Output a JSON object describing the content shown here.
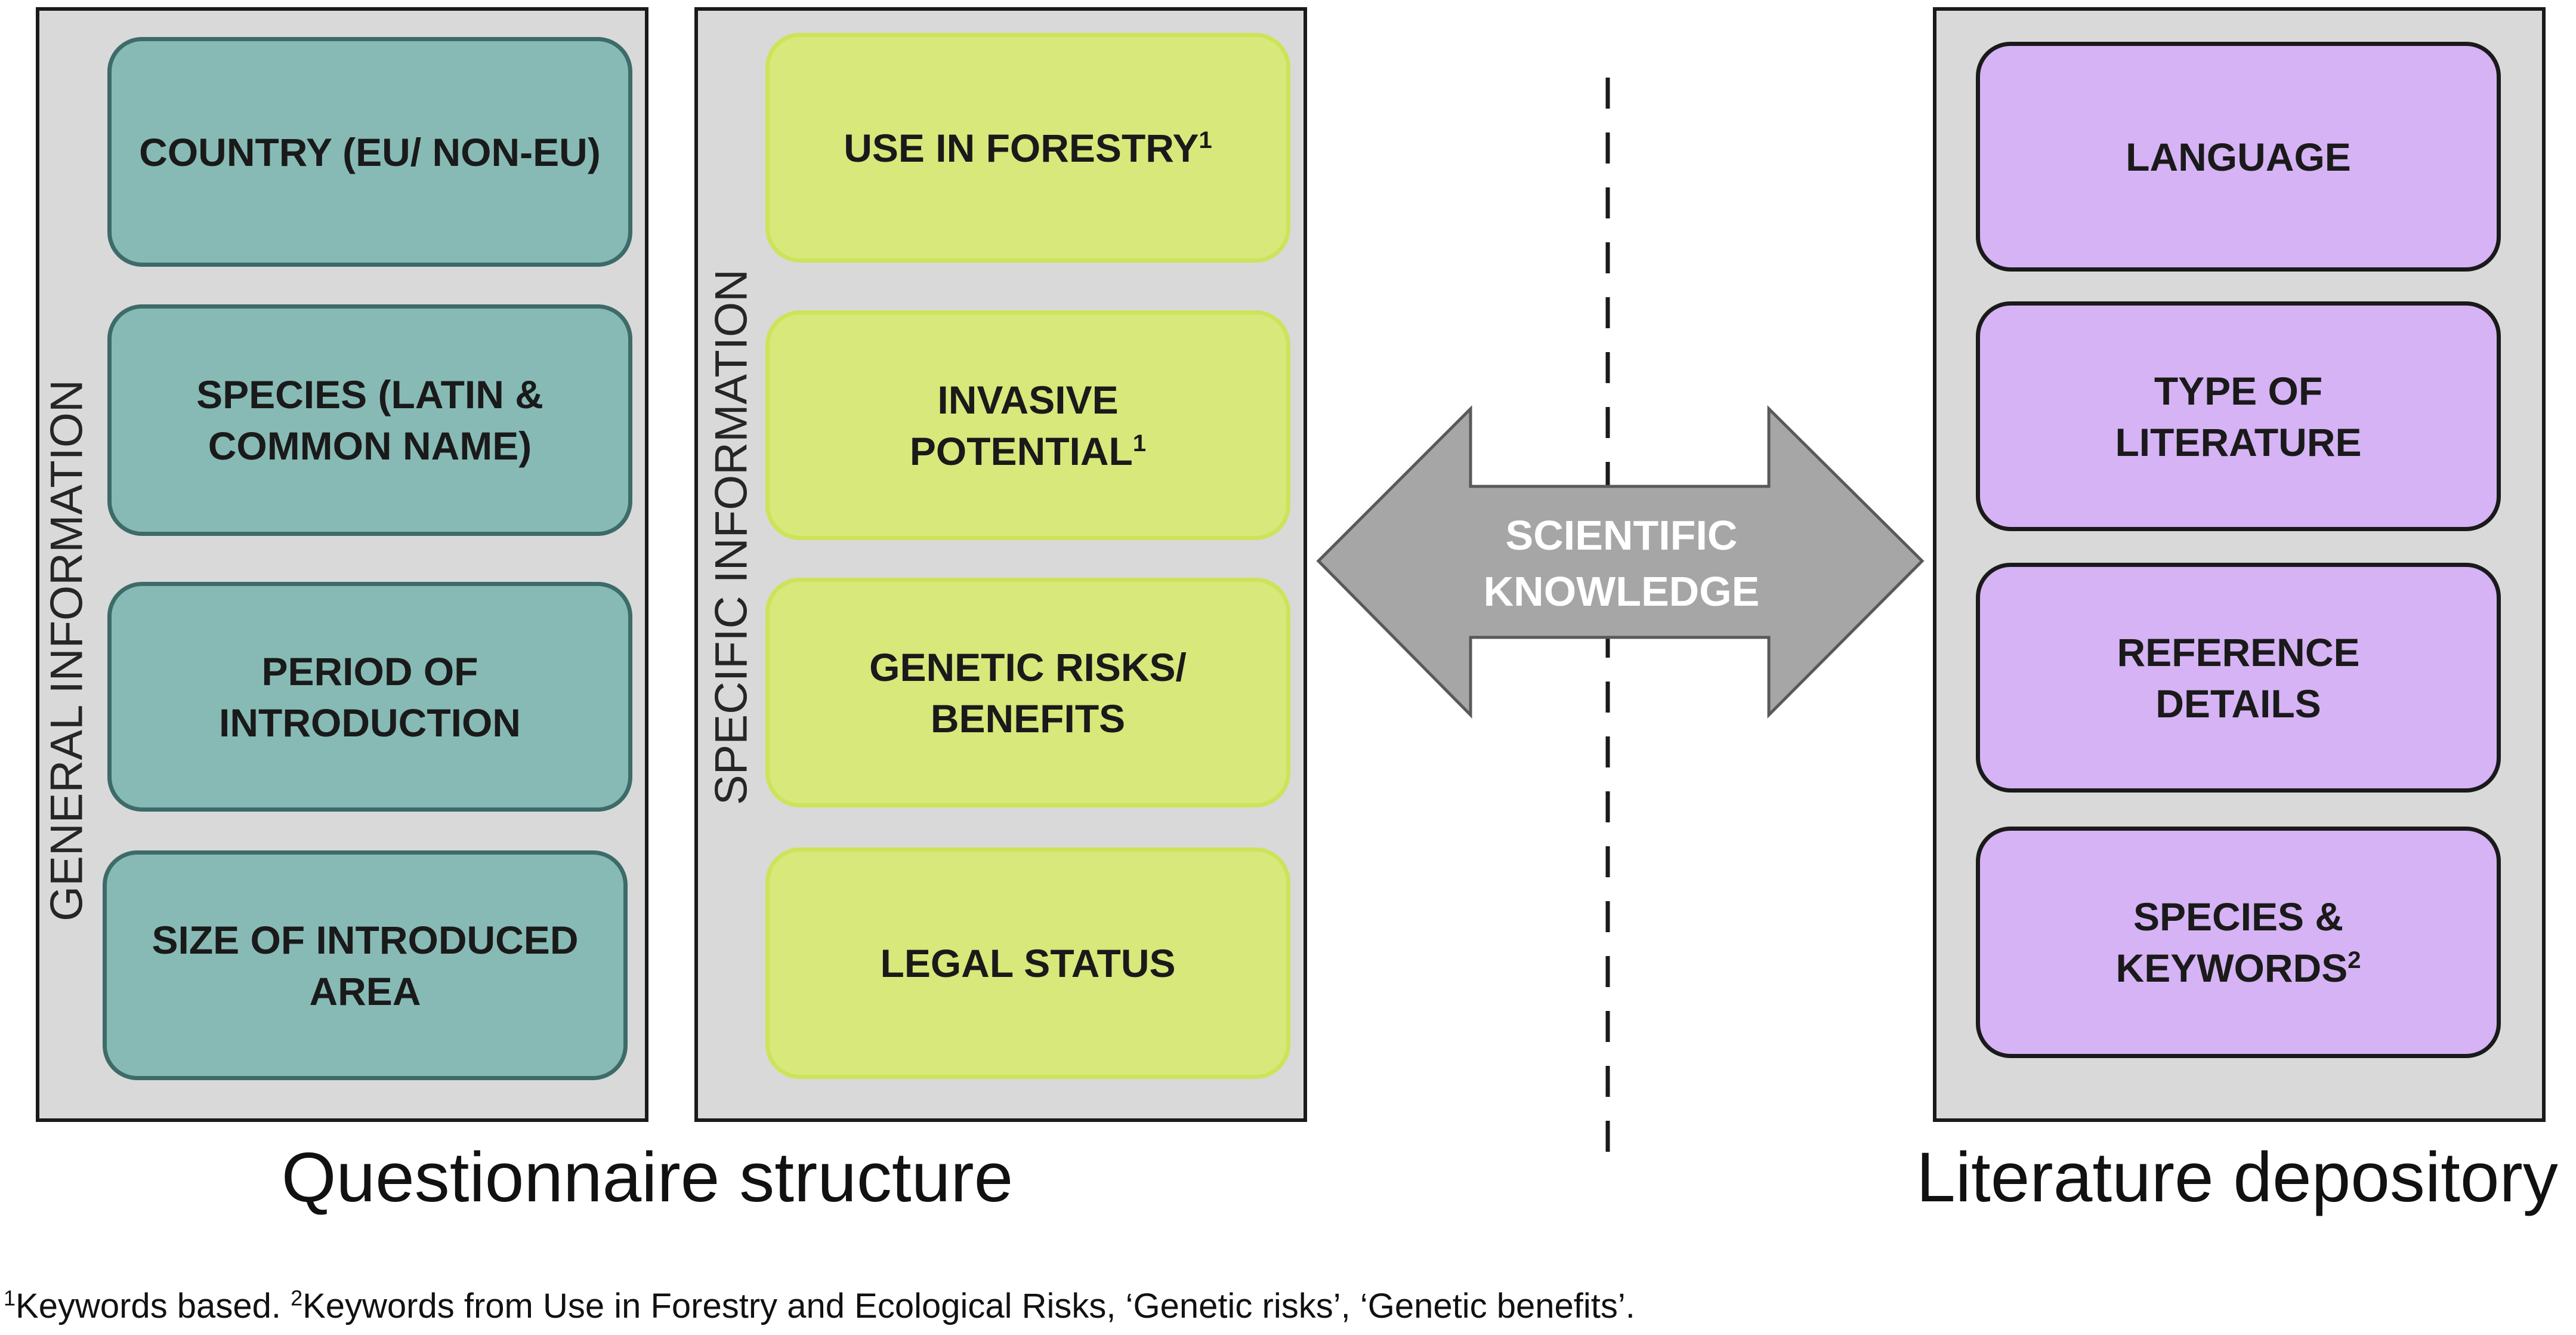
{
  "general_info": {
    "label": "GENERAL INFORMATION",
    "boxes": [
      "COUNTRY (EU/ NON-EU)",
      "SPECIES (LATIN & COMMON NAME)",
      "PERIOD OF INTRODUCTION",
      "SIZE OF INTRODUCED AREA"
    ]
  },
  "specific_info": {
    "label": "SPECIFIC INFORMATION",
    "boxes": [
      {
        "text": "USE IN FORESTRY",
        "sup": "1"
      },
      {
        "text": "INVASIVE POTENTIAL",
        "sup": "1"
      },
      {
        "text": "GENETIC RISKS/ BENEFITS",
        "sup": ""
      },
      {
        "text": "LEGAL STATUS",
        "sup": ""
      }
    ]
  },
  "literature": {
    "boxes": [
      {
        "text": "LANGUAGE",
        "sup": ""
      },
      {
        "text": "TYPE OF LITERATURE",
        "sup": ""
      },
      {
        "text": "REFERENCE DETAILS",
        "sup": ""
      },
      {
        "text": "SPECIES & KEYWORDS",
        "sup": "2"
      }
    ]
  },
  "arrow_label": "SCIENTIFIC KNOWLEDGE",
  "captions": {
    "left": "Questionnaire structure",
    "right": "Literature depository"
  },
  "footnote": {
    "sup1": "1",
    "text1": "Keywords based. ",
    "sup2": "2",
    "text2": "Keywords from Use in Forestry and Ecological Risks, ‘Genetic risks’, ‘Genetic benefits’."
  },
  "colors": {
    "panel": "#d9d9d9",
    "teal": "#87bab5",
    "yellow_green": "#d8e87a",
    "lavender": "#d5b3f4",
    "arrow": "#a6a6a6"
  }
}
